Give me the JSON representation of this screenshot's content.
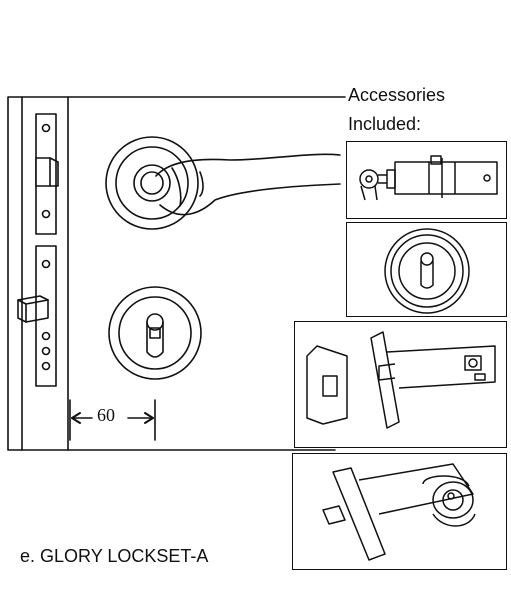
{
  "accessories": {
    "heading_line1": "Accessories",
    "heading_line2": "Included:"
  },
  "dimension": {
    "label": "60"
  },
  "caption": "e. GLORY LOCKSET-A",
  "icons": {
    "main": "door-lever-handle-and-escutcheon-drawing",
    "acc1": "euro-cylinder-with-key",
    "acc2": "round-cylinder-escutcheon",
    "acc3": "mortise-lock-body-with-strike-plate",
    "acc4": "tubular-latch-with-cylinder"
  },
  "colors": {
    "line": "#111111",
    "background": "#ffffff"
  }
}
